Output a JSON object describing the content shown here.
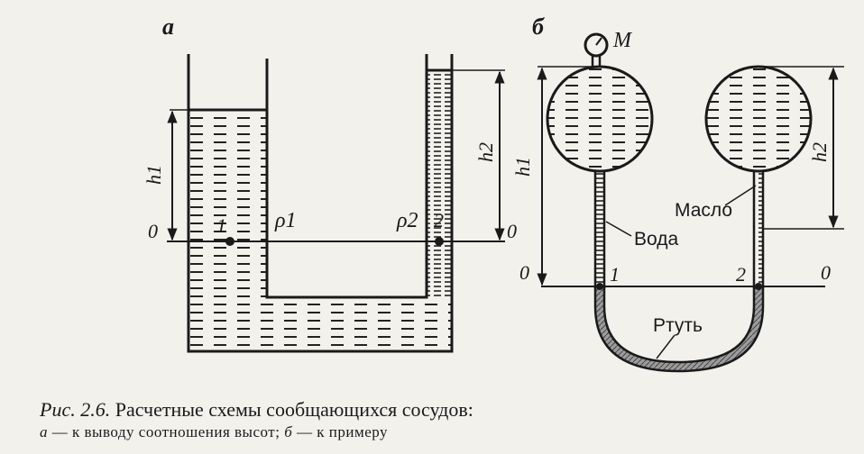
{
  "diagram_a": {
    "panel_label": "а",
    "h1": "h1",
    "h2": "h2",
    "zero_left": "0",
    "zero_right": "0",
    "point1": "1",
    "point2": "2",
    "rho1": "ρ1",
    "rho2": "ρ2"
  },
  "diagram_b": {
    "panel_label": "б",
    "gauge": "M",
    "h1": "h1",
    "h2": "h2",
    "zero_left": "0",
    "zero_right": "0",
    "point1": "1",
    "point2": "2",
    "oil": "Масло",
    "water": "Вода",
    "mercury": "Ртуть"
  },
  "caption": {
    "prefix": "Рис. 2.6.",
    "title": "Расчетные схемы сообщающихся сосудов:",
    "a_letter": "а",
    "a_text": " — к выводу соотношения высот; ",
    "b_letter": "б",
    "b_text": " — к примеру"
  }
}
